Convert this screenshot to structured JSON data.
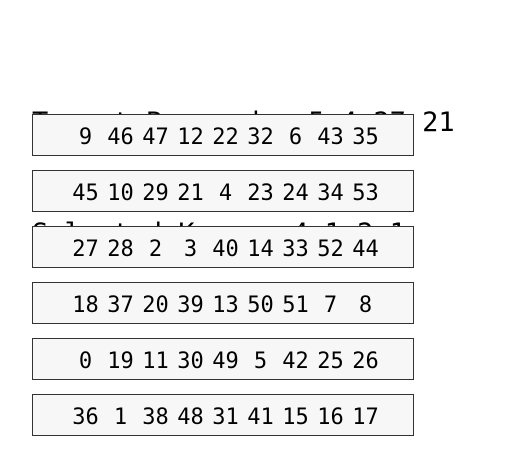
{
  "header": {
    "target_label": "Target Passcode:",
    "target_code": "5 4 27 21",
    "selected_label": "Selected Keys:",
    "selected_keys": "4 1 2 1"
  },
  "keypad": {
    "rows": [
      [
        "9",
        "46",
        "47",
        "12",
        "22",
        "32",
        "6",
        "43",
        "35"
      ],
      [
        "45",
        "10",
        "29",
        "21",
        "4",
        "23",
        "24",
        "34",
        "53"
      ],
      [
        "27",
        "28",
        "2",
        "3",
        "40",
        "14",
        "33",
        "52",
        "44"
      ],
      [
        "18",
        "37",
        "20",
        "39",
        "13",
        "50",
        "51",
        "7",
        "8"
      ],
      [
        "0",
        "19",
        "11",
        "30",
        "49",
        "5",
        "42",
        "25",
        "26"
      ],
      [
        "36",
        "1",
        "38",
        "48",
        "31",
        "41",
        "15",
        "16",
        "17"
      ]
    ]
  }
}
